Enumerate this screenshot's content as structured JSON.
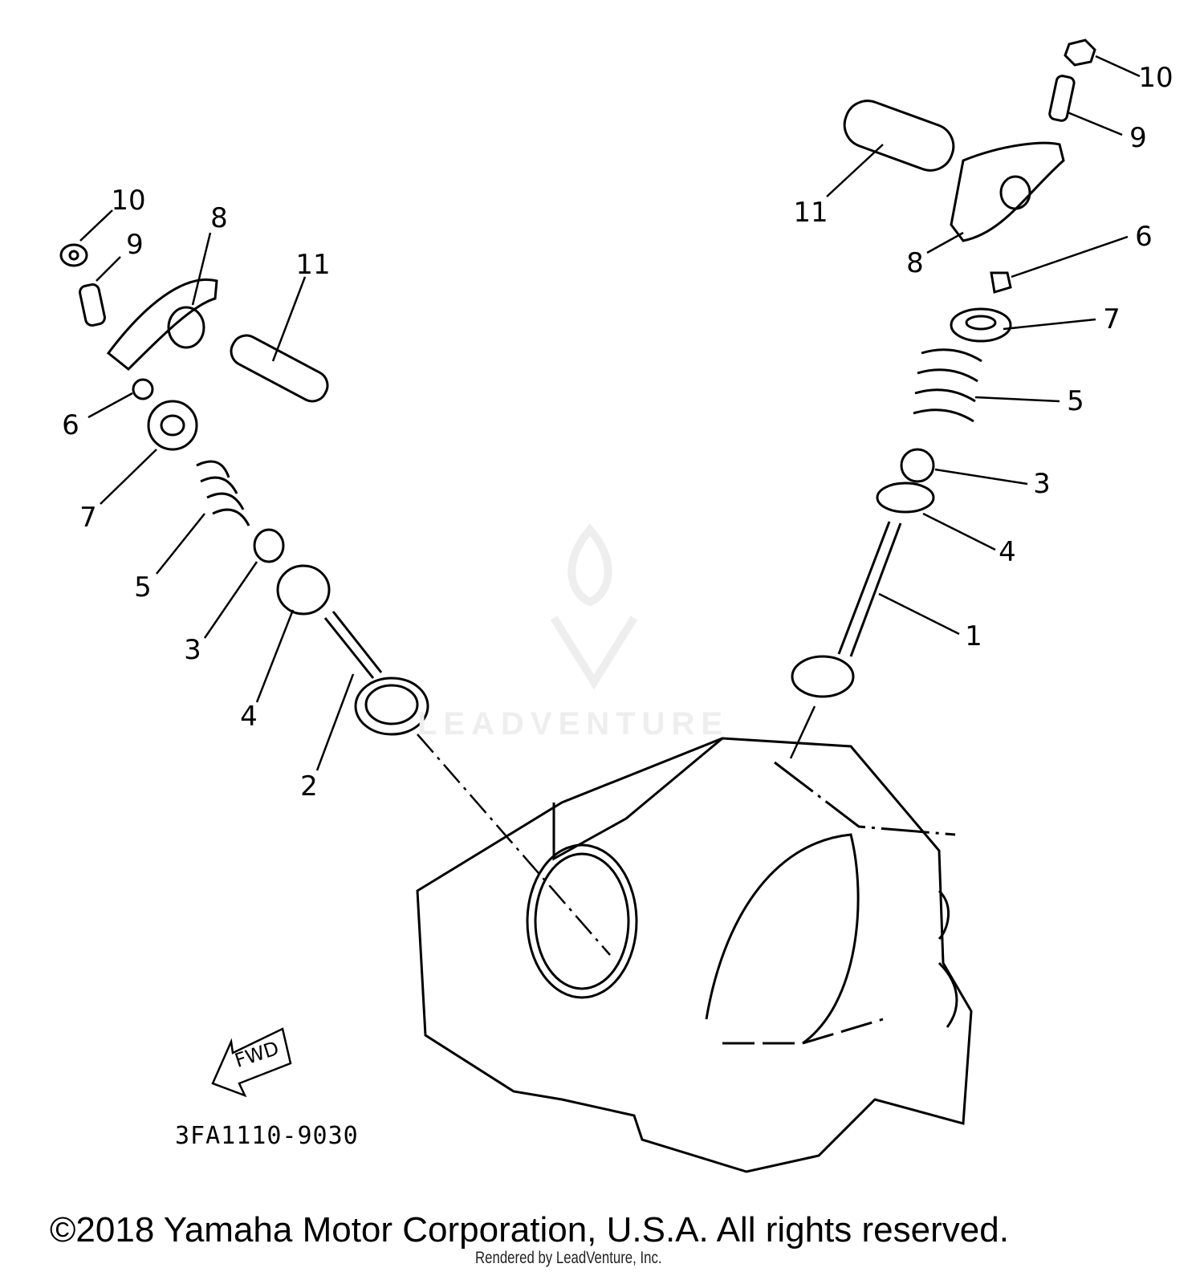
{
  "diagram": {
    "part_number": "3FA1110-9030",
    "fwd_label": "FWD",
    "copyright": "©2018 Yamaha Motor Corporation, U.S.A. All rights reserved.",
    "rendered_by": "Rendered by LeadVenture, Inc.",
    "watermark": "LEADVENTURE",
    "callouts_left": [
      "10",
      "9",
      "8",
      "11",
      "6",
      "7",
      "5",
      "3",
      "4",
      "2"
    ],
    "callouts_right": [
      "10",
      "9",
      "11",
      "8",
      "6",
      "7",
      "5",
      "3",
      "4",
      "1"
    ]
  }
}
